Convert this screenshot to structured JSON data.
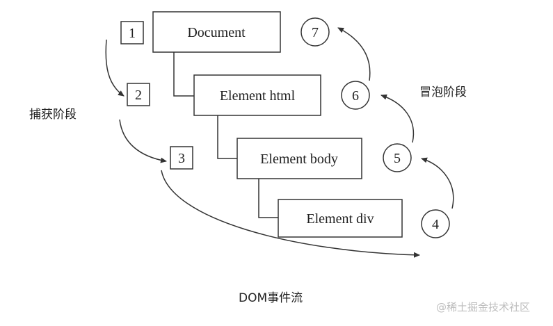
{
  "nodes": {
    "document": "Document",
    "html": "Element html",
    "body": "Element body",
    "div": "Element div"
  },
  "capture_steps": [
    "1",
    "2",
    "3"
  ],
  "bubble_steps": [
    "4",
    "5",
    "6",
    "7"
  ],
  "labels": {
    "capture_phase": "捕获阶段",
    "bubble_phase": "冒泡阶段"
  },
  "caption": "DOM事件流",
  "watermark": "@稀土掘金技术社区",
  "colors": {
    "stroke": "#333333",
    "background": "#ffffff",
    "watermark": "#bdbdbd"
  }
}
